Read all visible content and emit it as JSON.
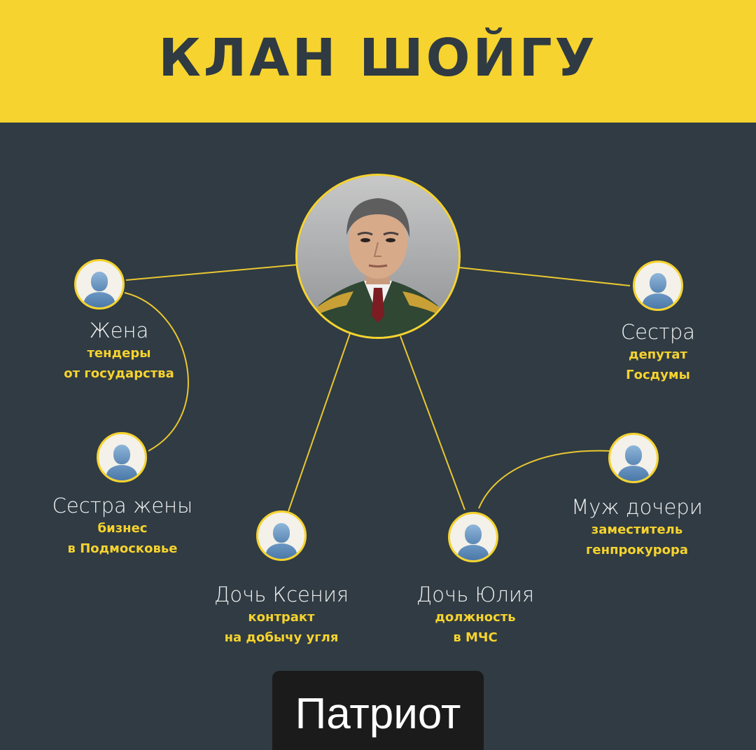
{
  "header": {
    "title": "КЛАН ШОЙГУ"
  },
  "colors": {
    "header_bg": "#f6d32e",
    "panel_bg": "#303b43",
    "accent": "#f6d32e",
    "name_text": "#f1f1f1"
  },
  "center": {
    "image": "portrait-photo"
  },
  "relatives": [
    {
      "name": "Жена",
      "desc": [
        "тендеры",
        "от государства"
      ]
    },
    {
      "name": "Сестра",
      "desc": [
        "депутат",
        "Госдумы"
      ]
    },
    {
      "name": "Сестра жены",
      "desc": [
        "бизнес",
        "в Подмосковье"
      ]
    },
    {
      "name": "Дочь Ксения",
      "desc": [
        "контракт",
        "на добычу угля"
      ]
    },
    {
      "name": "Дочь Юлия",
      "desc": [
        "должность",
        "в МЧС"
      ]
    },
    {
      "name": "Муж дочери",
      "desc": [
        "заместитель",
        "генпрокурора"
      ]
    }
  ],
  "watermark": {
    "text": "Патриот"
  }
}
